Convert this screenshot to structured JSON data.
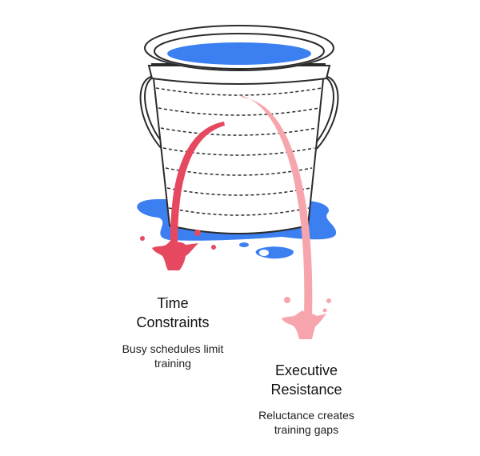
{
  "colors": {
    "water": "#3b7ff0",
    "leak_time": "#e5485f",
    "leak_exec": "#f7a5ac",
    "outline": "#2b2b2b"
  },
  "icons": [
    "bucket-icon",
    "water-puddle-icon",
    "leak-stream-icon",
    "splash-icon"
  ],
  "labels": [
    {
      "title_line1": "Time",
      "title_line2": "Constraints",
      "desc_line1": "Busy schedules limit",
      "desc_line2": "training"
    },
    {
      "title_line1": "Executive",
      "title_line2": "Resistance",
      "desc_line1": "Reluctance creates",
      "desc_line2": "training gaps"
    }
  ]
}
